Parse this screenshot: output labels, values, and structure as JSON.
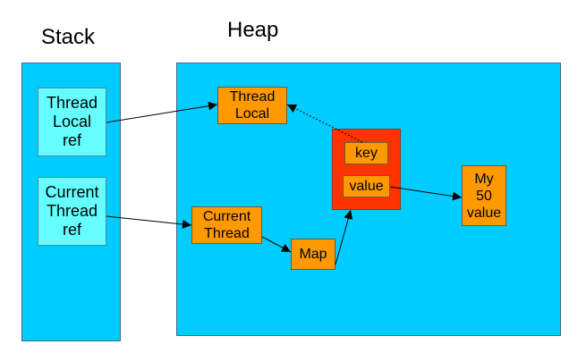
{
  "stack": {
    "title": "Stack",
    "items": [
      {
        "label": "Thread\nLocal\nref"
      },
      {
        "label": "Current\nThread\nref"
      }
    ]
  },
  "heap": {
    "title": "Heap",
    "objects": {
      "thread_local": "Thread\nLocal",
      "current_thread": "Current\nThread",
      "map": "Map",
      "key": "key",
      "value": "value",
      "my_value": "My\n50\nvalue"
    }
  },
  "colors": {
    "region": "#00ccff",
    "stack_item": "#66ffff",
    "object": "#ff9900",
    "map_entry": "#ff3300"
  }
}
